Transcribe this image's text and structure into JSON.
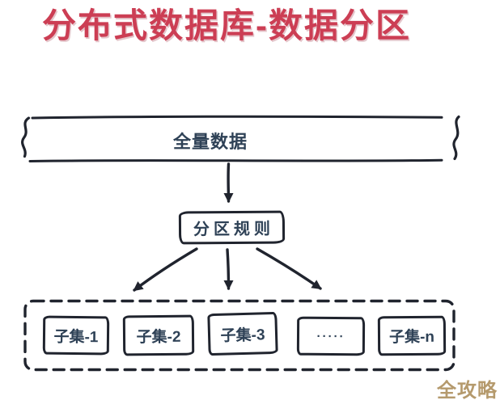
{
  "title": "分布式数据库-数据分区",
  "diagram": {
    "source": {
      "label": "全量数据"
    },
    "rule": {
      "label": "分区规则"
    },
    "partitions": [
      {
        "label": "子集-1"
      },
      {
        "label": "子集-2"
      },
      {
        "label": "子集-3"
      },
      {
        "label": "·····"
      },
      {
        "label": "子集-n"
      }
    ]
  },
  "watermark": "全攻略",
  "colors": {
    "title": "#cc3e54",
    "ink": "#20242e",
    "label_text": "#2e4156",
    "watermark": "#b59a6d",
    "background": "#ffffff"
  }
}
